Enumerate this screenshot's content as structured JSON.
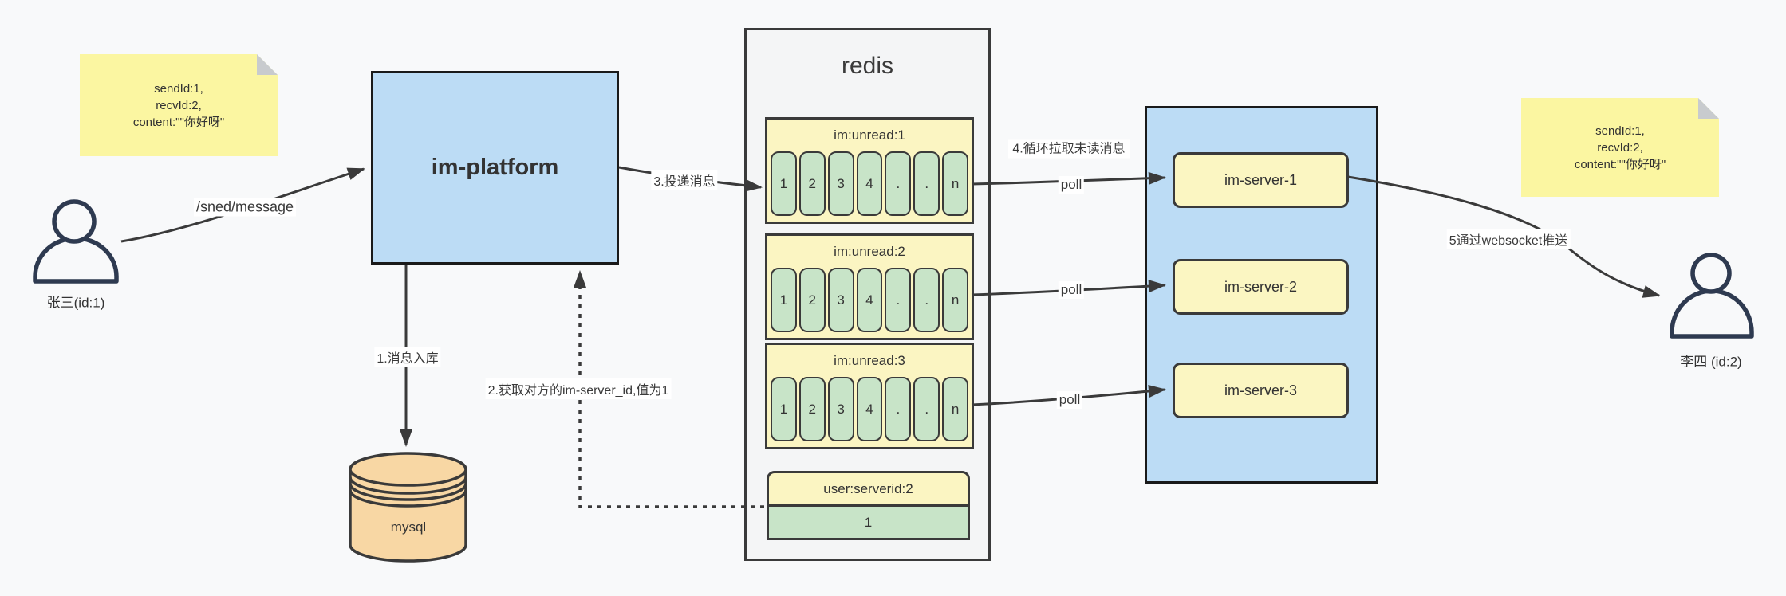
{
  "notes": {
    "left": {
      "lines": [
        "sendId:1,",
        "recvId:2,",
        "content:\"\"你好呀\""
      ]
    },
    "right": {
      "lines": [
        "sendId:1,",
        "recvId:2,",
        "content:\"\"你好呀\""
      ]
    }
  },
  "actors": {
    "sender": {
      "label": "张三(id:1)"
    },
    "receiver": {
      "label": "李四 (id:2)"
    }
  },
  "platform": {
    "label": "im-platform"
  },
  "database": {
    "label": "mysql"
  },
  "redis": {
    "title": "redis",
    "queues": [
      {
        "header": "im:unread:1",
        "cells": [
          "1",
          "2",
          "3",
          "4",
          ".",
          ".",
          "n"
        ]
      },
      {
        "header": "im:unread:2",
        "cells": [
          "1",
          "2",
          "3",
          "4",
          ".",
          ".",
          "n"
        ]
      },
      {
        "header": "im:unread:3",
        "cells": [
          "1",
          "2",
          "3",
          "4",
          ".",
          ".",
          "n"
        ]
      }
    ],
    "kv": {
      "header": "user:serverid:2",
      "value": "1"
    }
  },
  "cluster": {
    "servers": [
      {
        "label": "im-server-1"
      },
      {
        "label": "im-server-2"
      },
      {
        "label": "im-server-3"
      }
    ]
  },
  "edges": {
    "send_api": "/sned/message",
    "step1": "1.消息入库",
    "step2": "2.获取对方的im-server_id,值为1",
    "step3": "3.投递消息",
    "step4": "4.循环拉取未读消息",
    "step5": "5通过websocket推送",
    "poll": [
      "poll",
      "poll",
      "poll"
    ]
  },
  "colors": {
    "container_blue": "#BCDCF5",
    "node_yellow": "#FBF5C2",
    "sticky_yellow": "#FBF6A1",
    "cell_green": "#C8E4C8",
    "db_orange": "#F8D7A4",
    "panel_gray": "#F4F5F6",
    "line_dark": "#3A3A3A"
  }
}
